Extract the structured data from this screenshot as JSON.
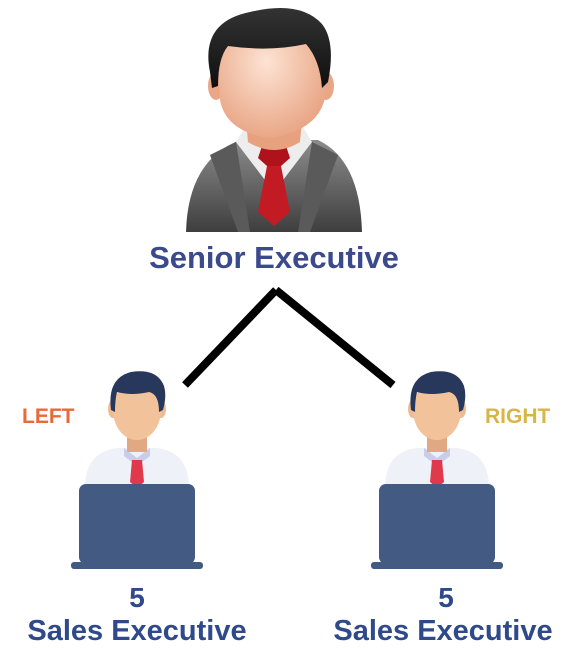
{
  "senior": {
    "title": "Senior Executive",
    "icon": "senior-executive-icon"
  },
  "left": {
    "side_label": "LEFT",
    "count": "5",
    "role": "Sales Executive",
    "label_color": "#e86a36"
  },
  "right": {
    "side_label": "RIGHT",
    "count": "5",
    "role": "Sales Executive",
    "label_color": "#d9b546"
  },
  "colors": {
    "text": "#2f4a8a",
    "laptop": "#435a82",
    "hair": "#27385c",
    "skin": "#f2c29a",
    "tie": "#e0394b",
    "connector": "#000000"
  }
}
